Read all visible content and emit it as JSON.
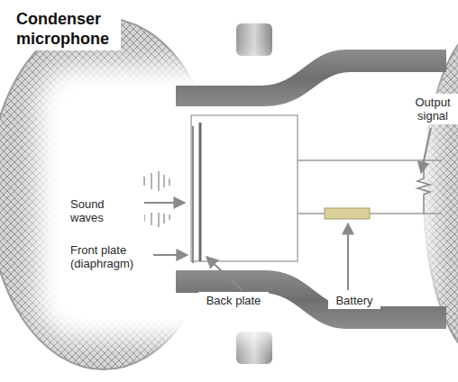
{
  "diagram": {
    "title": "Condenser microphone",
    "labels": [
      "Output signal",
      "Sound waves",
      "Front plate (diaphragm)",
      "Back plate",
      "Battery"
    ]
  }
}
